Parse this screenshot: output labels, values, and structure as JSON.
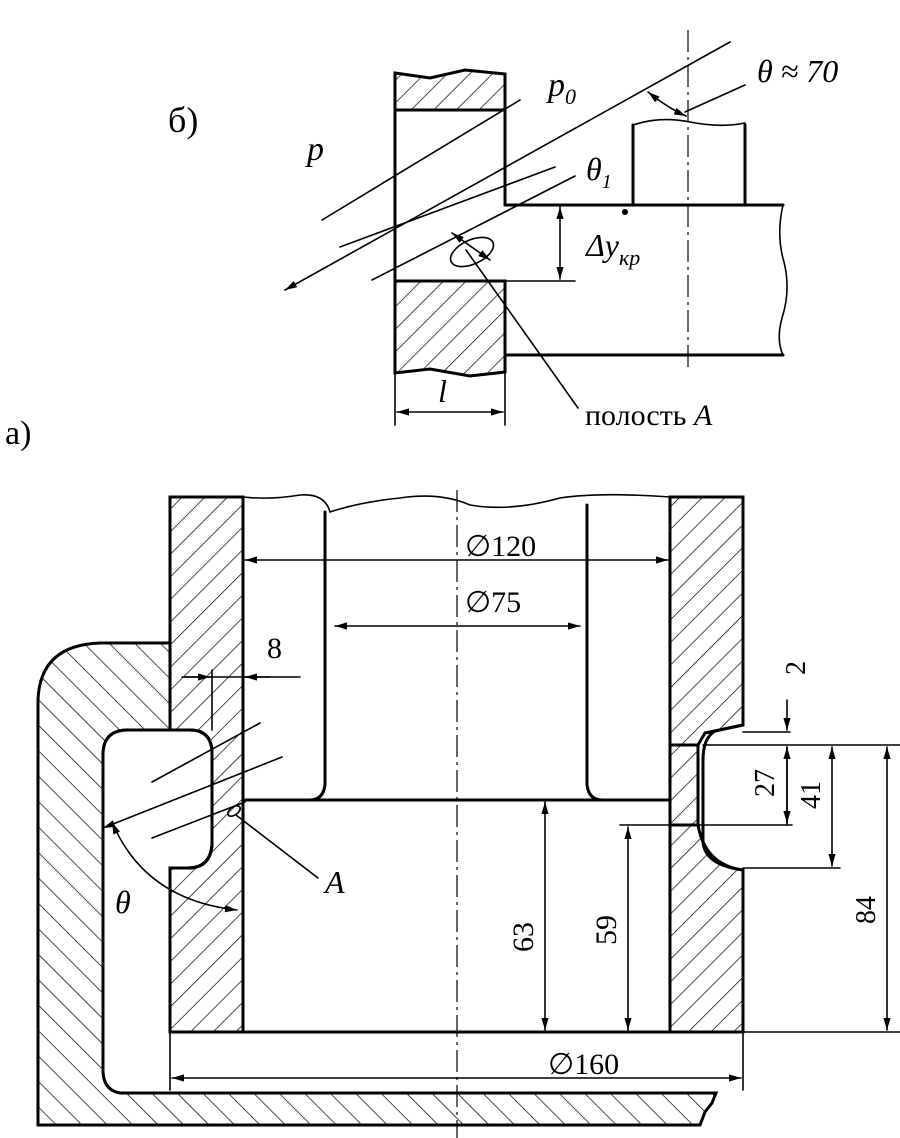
{
  "panel_b": {
    "label": "б)",
    "p": "p",
    "p0_base": "p",
    "p0_sub": "0",
    "theta_approx": "θ ≈ 70",
    "theta1_base": "θ",
    "theta1_sub": "1",
    "dy_base": "Δy",
    "dy_sub": "кр",
    "l": "l",
    "cavity_prefix": "полость ",
    "cavity_letter": "A"
  },
  "panel_a": {
    "label": "a)",
    "d120": "∅120",
    "d75": "∅75",
    "d160": "∅160",
    "dim8": "8",
    "dim2": "2",
    "dim27": "27",
    "dim41": "41",
    "dim84": "84",
    "dim63": "63",
    "dim59": "59",
    "letter_a": "A",
    "theta": "θ"
  }
}
